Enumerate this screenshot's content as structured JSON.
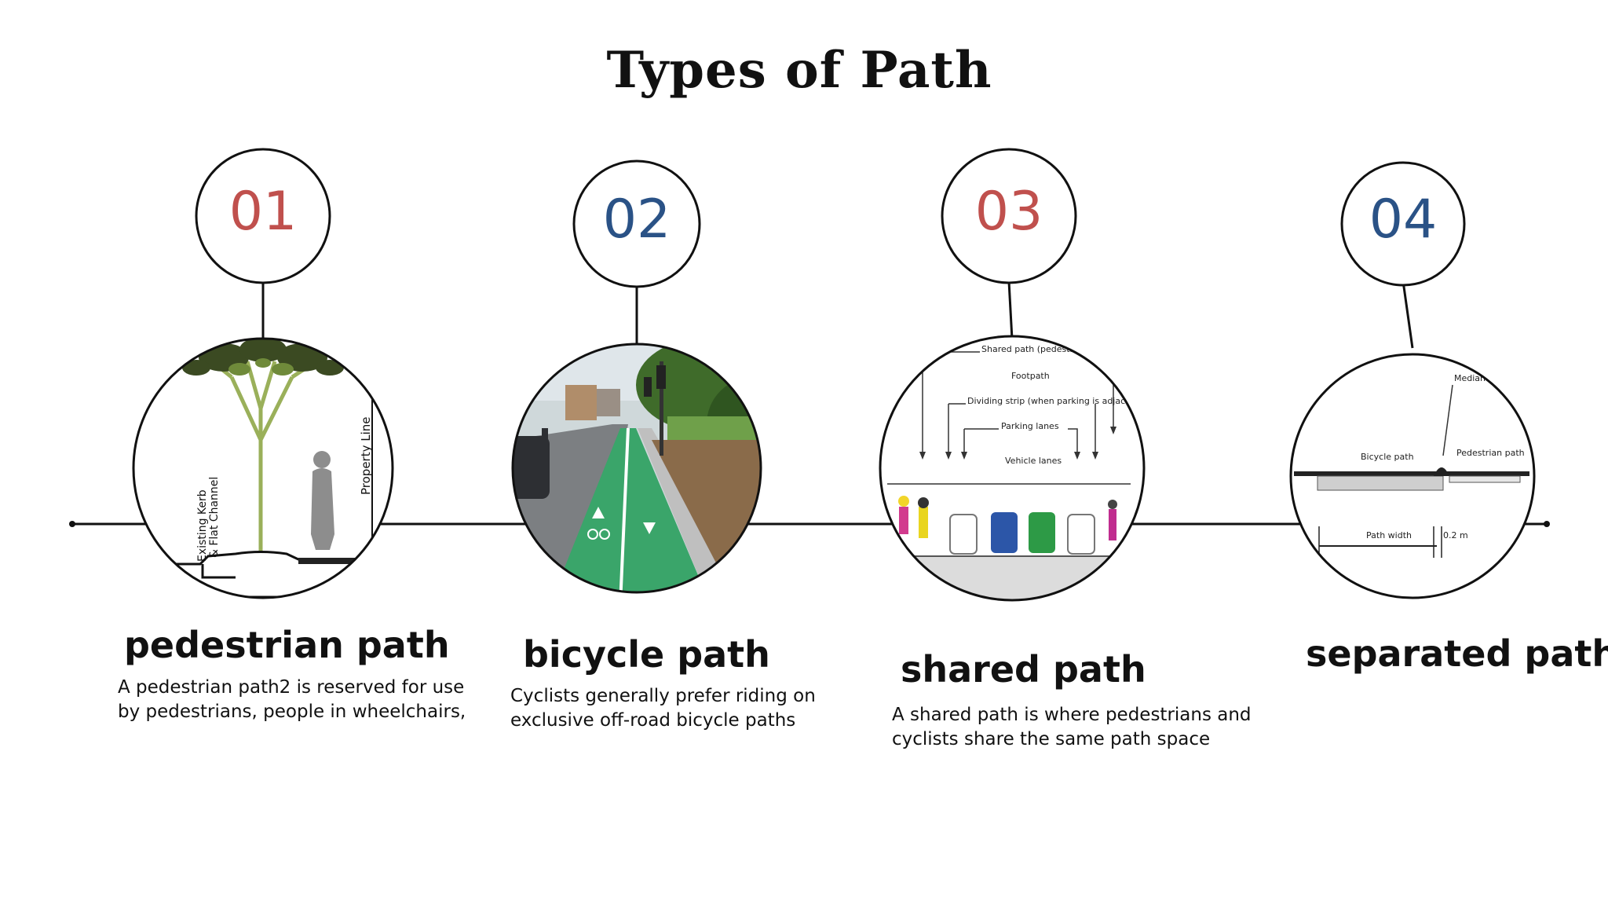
{
  "title": "Types of Path",
  "steps": [
    {
      "number": "01",
      "heading": "pedestrian path",
      "line1": "A pedestrian path2 is reserved for use",
      "line2": "by pedestrians, people in wheelchairs,"
    },
    {
      "number": "02",
      "heading": "bicycle path",
      "line1": "Cyclists generally prefer riding on",
      "line2": "exclusive off-road bicycle paths"
    },
    {
      "number": "03",
      "heading": "shared path",
      "line1": "A shared path is where pedestrians and",
      "line2": "cyclists share the same path space"
    },
    {
      "number": "04",
      "heading": "separated path"
    }
  ],
  "illustrations": {
    "pedestrian": {
      "vertical_label1": "Existing Kerb",
      "vertical_label2": "& Flat Channel",
      "property_line": "Property Line"
    },
    "shared": {
      "labels": [
        "Shared path (pedestrians + cyclists)",
        "Footpath",
        "Dividing strip (when parking is adjacent)",
        "Parking lanes",
        "Vehicle lanes"
      ]
    },
    "separated": {
      "labels": [
        "Median kerb",
        "Bicycle path",
        "Pedestrian path",
        "Path width",
        "0.2 m"
      ]
    }
  },
  "colors": {
    "accent_red": "#c0504d",
    "accent_blue": "#2a5286"
  }
}
